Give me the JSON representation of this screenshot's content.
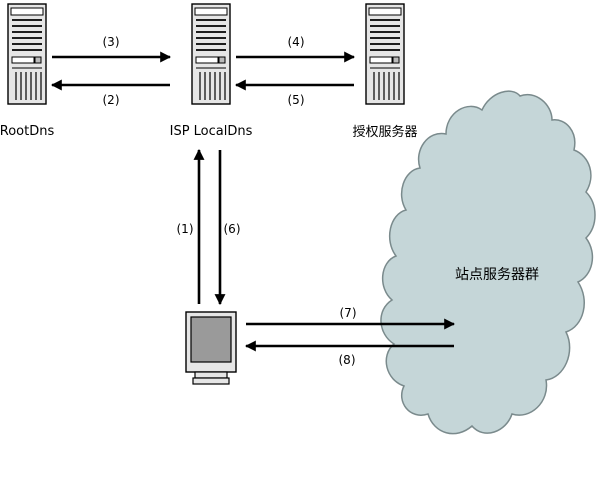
{
  "nodes": {
    "root_dns": {
      "label": "RootDns",
      "icon": "server-icon"
    },
    "isp_local_dns": {
      "label": "ISP LocalDns",
      "icon": "server-icon"
    },
    "authoritative_server": {
      "label": "授权服务器",
      "icon": "server-icon"
    },
    "client": {
      "icon": "monitor-icon"
    },
    "site_servers": {
      "label": "站点服务器群",
      "icon": "cloud-icon"
    }
  },
  "edges": [
    {
      "id": "e1",
      "label": "(1)"
    },
    {
      "id": "e2",
      "label": "(2)"
    },
    {
      "id": "e3",
      "label": "(3)"
    },
    {
      "id": "e4",
      "label": "(4)"
    },
    {
      "id": "e5",
      "label": "(5)"
    },
    {
      "id": "e6",
      "label": "(6)"
    },
    {
      "id": "e7",
      "label": "(7)"
    },
    {
      "id": "e8",
      "label": "(8)"
    }
  ],
  "colors": {
    "cloud_fill": "#c5d6d8",
    "cloud_stroke": "#7a8a8c",
    "server_body": "#e6e6e6",
    "server_outline": "#000000",
    "monitor_screen": "#9a9a9a",
    "arrow": "#000000"
  }
}
